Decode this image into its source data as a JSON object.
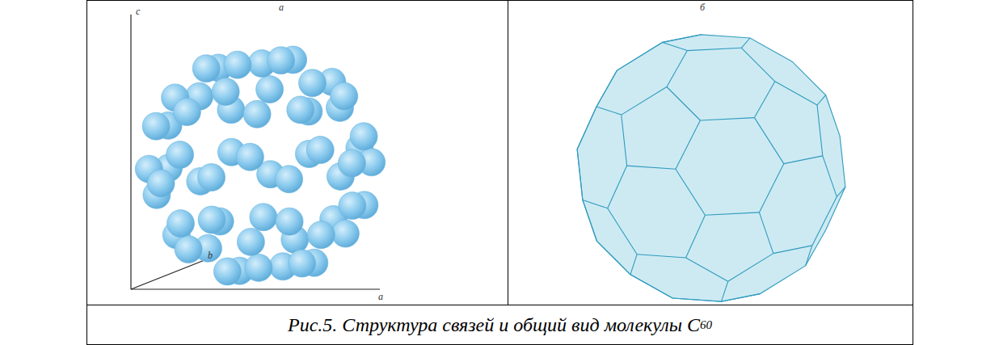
{
  "diagram": {
    "caption": "Рис.5. Структура связей и общий вид молекулы C60",
    "labels": [
      "а",
      "c",
      "b",
      "a",
      "б"
    ]
  }
}
